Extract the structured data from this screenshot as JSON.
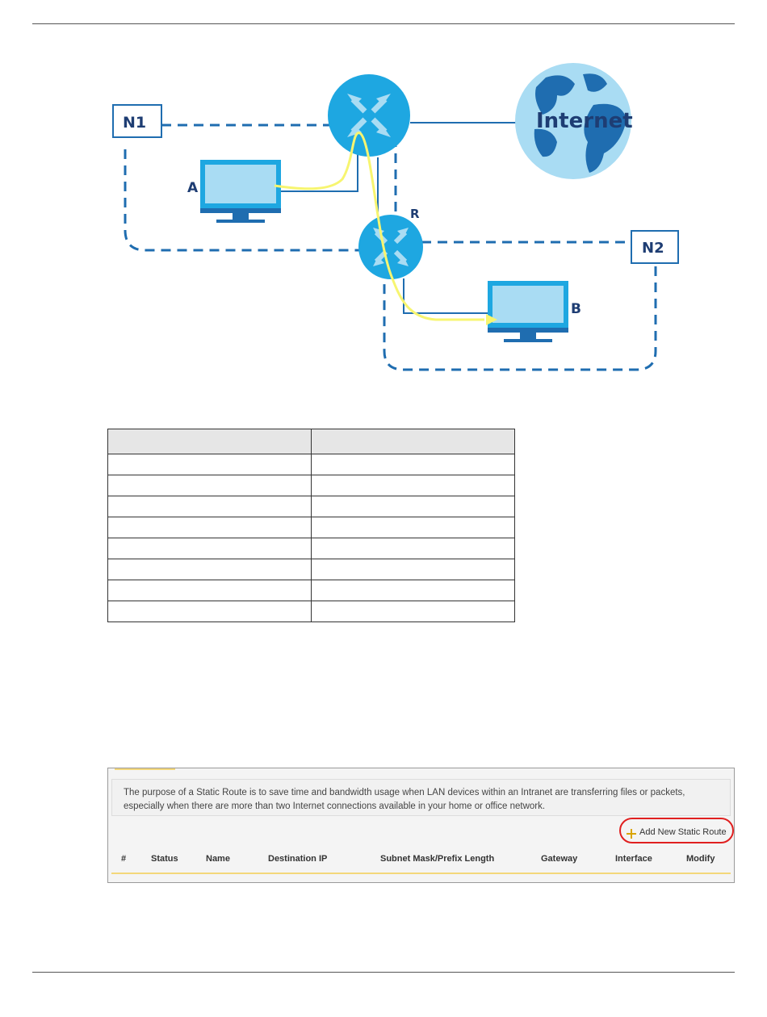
{
  "diagram": {
    "labels": {
      "n1": "N1",
      "n2": "N2",
      "a": "A",
      "b": "B",
      "r": "R",
      "internet": "Internet"
    }
  },
  "static_route_panel": {
    "description": "The purpose of a Static Route is to save time and bandwidth usage when LAN devices within an Intranet are transferring files or packets, especially when there are more than two Internet connections available in your home or office network.",
    "add_label": "Add New Static Route",
    "columns": [
      "#",
      "Status",
      "Name",
      "Destination IP",
      "Subnet Mask/Prefix Length",
      "Gateway",
      "Interface",
      "Modify"
    ]
  },
  "colors": {
    "network_blue": "#1f6db0",
    "device_fill": "#a9dcf3",
    "path_yellow": "#f7f570",
    "highlight_red": "#e02020",
    "accent_gold": "#f3d77a"
  }
}
